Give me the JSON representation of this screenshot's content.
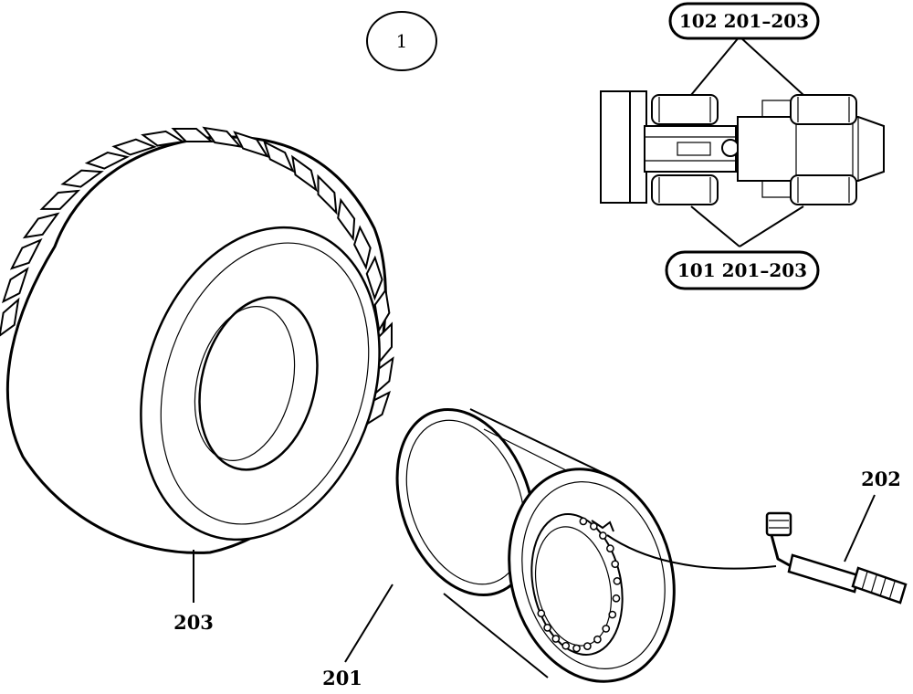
{
  "diagram": {
    "sheet_number": "1",
    "callouts": {
      "front_axle": "102 201–203",
      "rear_axle": "101 201–203"
    },
    "labels": {
      "tire": "203",
      "rim": "201",
      "valve": "202"
    }
  }
}
